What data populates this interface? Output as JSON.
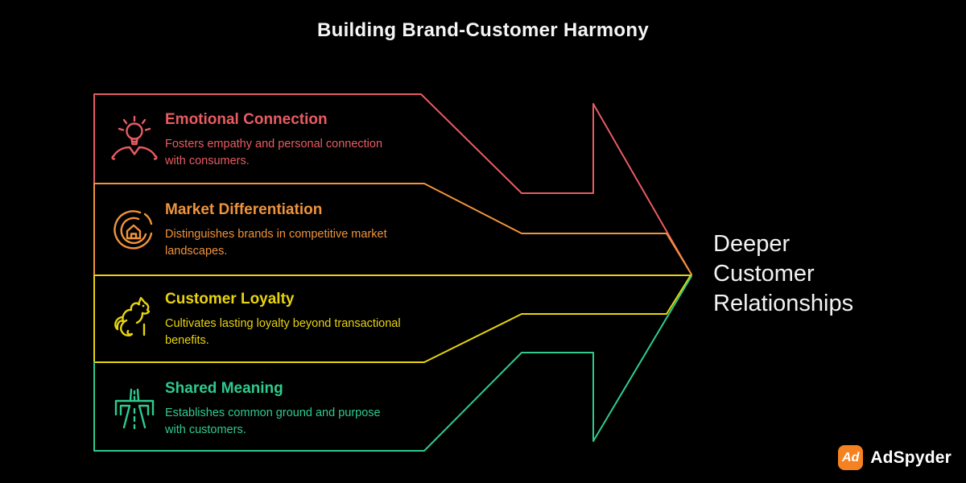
{
  "title": "Building Brand-Customer Harmony",
  "funnel": {
    "bands": [
      {
        "heading": "Emotional Connection",
        "description": "Fosters empathy and personal connection\nwith consumers.",
        "color": "#e85c62",
        "icon": "idea-person-icon"
      },
      {
        "heading": "Market Differentiation",
        "description": "Distinguishes brands in competitive market\nlandscapes.",
        "color": "#ef933c",
        "icon": "differentiation-radar-home-icon"
      },
      {
        "heading": "Customer Loyalty",
        "description": "Cultivates lasting loyalty beyond transactional\nbenefits.",
        "color": "#e8d40e",
        "icon": "loyal-dog-icon"
      },
      {
        "heading": "Shared Meaning",
        "description": "Establishes common ground and purpose\nwith customers.",
        "color": "#2ecb8e",
        "icon": "shared-road-icon"
      }
    ],
    "arrow_label": "Deeper\nCustomer\nRelationships"
  },
  "branding": {
    "badge_text": "Ad",
    "name": "AdSpyder",
    "badge_color": "#f58220"
  },
  "colors": {
    "background": "#000000",
    "title_text": "#f5f5f5",
    "arrow_label_text": "#f2f2f2"
  }
}
